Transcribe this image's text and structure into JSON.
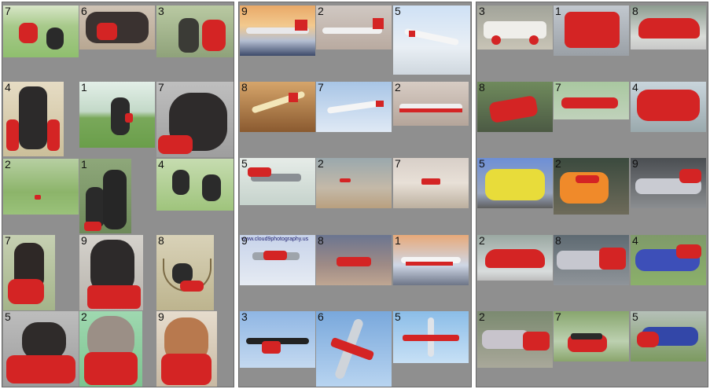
{
  "panels": [
    {
      "category": "chimpanzee",
      "tiles": [
        {
          "label": "7",
          "subject": "chimpanzee"
        },
        {
          "label": "6",
          "subject": "chimpanzee"
        },
        {
          "label": "3",
          "subject": "chimpanzee"
        },
        {
          "label": "4",
          "subject": "chimpanzee"
        },
        {
          "label": "1",
          "subject": "chimpanzee"
        },
        {
          "label": "7",
          "subject": "chimpanzee"
        },
        {
          "label": "2",
          "subject": "chimpanzee"
        },
        {
          "label": "1",
          "subject": "chimpanzee"
        },
        {
          "label": "4",
          "subject": "chimpanzee"
        },
        {
          "label": "7",
          "subject": "chimpanzee"
        },
        {
          "label": "9",
          "subject": "chimpanzee"
        },
        {
          "label": "8",
          "subject": "chimpanzee"
        },
        {
          "label": "5",
          "subject": "chimpanzee"
        },
        {
          "label": "2",
          "subject": "chimpanzee"
        },
        {
          "label": "9",
          "subject": "orangutan"
        }
      ]
    },
    {
      "category": "airplane",
      "tiles": [
        {
          "label": "9",
          "subject": "airplane"
        },
        {
          "label": "2",
          "subject": "airplane"
        },
        {
          "label": "5",
          "subject": "airplane"
        },
        {
          "label": "8",
          "subject": "airplane"
        },
        {
          "label": "7",
          "subject": "airplane"
        },
        {
          "label": "2",
          "subject": "airplane"
        },
        {
          "label": "5",
          "subject": "airplane"
        },
        {
          "label": "2",
          "subject": "airplane"
        },
        {
          "label": "7",
          "subject": "airplane"
        },
        {
          "label": "9",
          "subject": "airplane",
          "watermark": "www.cloud9photography.us"
        },
        {
          "label": "8",
          "subject": "airplane"
        },
        {
          "label": "1",
          "subject": "airplane"
        },
        {
          "label": "3",
          "subject": "airplane"
        },
        {
          "label": "6",
          "subject": "airplane"
        },
        {
          "label": "5",
          "subject": "airplane"
        }
      ]
    },
    {
      "category": "car",
      "tiles": [
        {
          "label": "3",
          "subject": "car"
        },
        {
          "label": "1",
          "subject": "car"
        },
        {
          "label": "8",
          "subject": "car"
        },
        {
          "label": "8",
          "subject": "car"
        },
        {
          "label": "7",
          "subject": "car"
        },
        {
          "label": "4",
          "subject": "car"
        },
        {
          "label": "5",
          "subject": "car"
        },
        {
          "label": "2",
          "subject": "car"
        },
        {
          "label": "9",
          "subject": "car"
        },
        {
          "label": "2",
          "subject": "car"
        },
        {
          "label": "8",
          "subject": "car"
        },
        {
          "label": "4",
          "subject": "car"
        },
        {
          "label": "2",
          "subject": "car"
        },
        {
          "label": "7",
          "subject": "car"
        },
        {
          "label": "5",
          "subject": "car"
        }
      ]
    }
  ],
  "colors": {
    "panel_bg": "#8f8f8f",
    "highlight": "#d42424"
  }
}
